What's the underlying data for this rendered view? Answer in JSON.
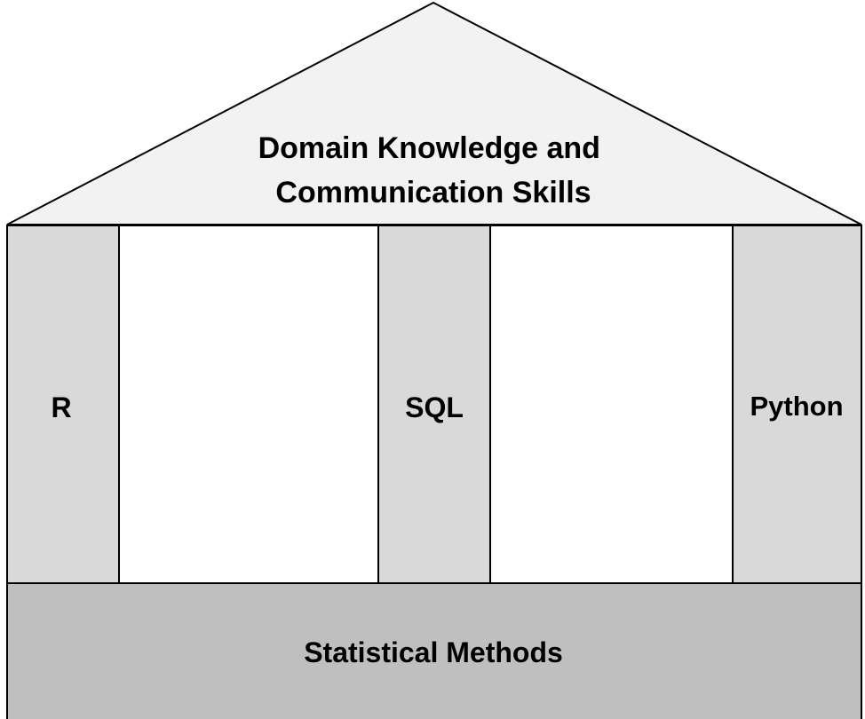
{
  "roof": {
    "lines": [
      "Domain Knowledge and",
      "Communication Skills"
    ],
    "fill": "#f2f2f2"
  },
  "pillars": [
    {
      "label": "R",
      "fill": "#d9d9d9"
    },
    {
      "label": "SQL",
      "fill": "#d9d9d9"
    },
    {
      "label": "Python",
      "fill": "#d9d9d9"
    }
  ],
  "foundation": {
    "label": "Statistical Methods",
    "fill": "#bfbfbf"
  },
  "colors": {
    "stroke": "#000000",
    "background": "#ffffff"
  }
}
